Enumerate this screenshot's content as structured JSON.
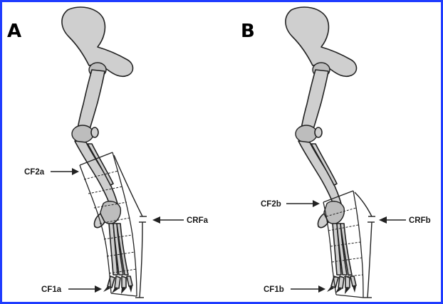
{
  "border_color": "#1f3cff",
  "panels": [
    {
      "letter": "A",
      "labels": {
        "upper_cast": "CF2a",
        "lower_cast": "CF1a",
        "length": "CRFa"
      }
    },
    {
      "letter": "B",
      "labels": {
        "upper_cast": "CF2b",
        "lower_cast": "CF1b",
        "length": "CRFb"
      }
    }
  ]
}
